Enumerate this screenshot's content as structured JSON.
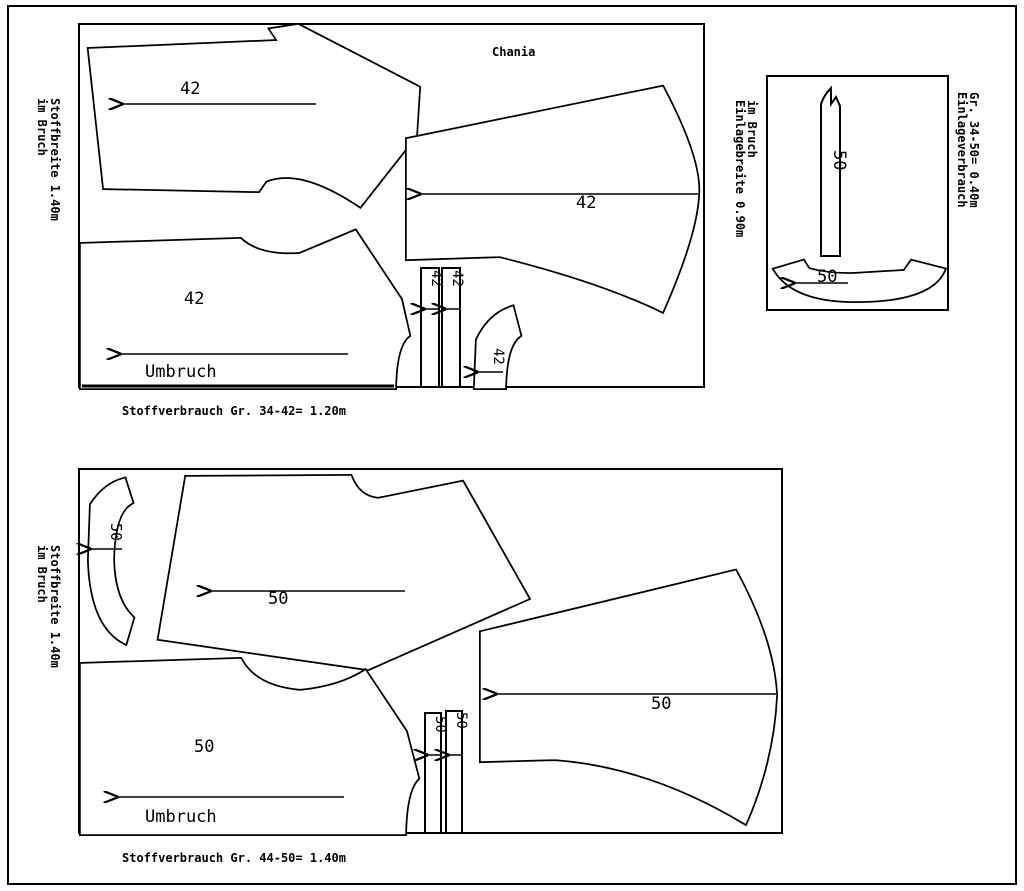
{
  "title": "Chania",
  "top_layout": {
    "fabric_width": "Stoffbreite 1.40m",
    "fold": "im Bruch",
    "size_labels": [
      "42",
      "42",
      "42",
      "42",
      "42",
      "42"
    ],
    "umbruch": "Umbruch",
    "consumption": "Stoffverbrauch Gr. 34-42= 1.20m"
  },
  "interfacing": {
    "width": "Einlagebreite 0.90m",
    "fold": "im Bruch",
    "consumption_title": "Einlageverbrauch",
    "consumption_value": "Gr. 34-50= 0.40m",
    "size_labels": [
      "50",
      "50"
    ]
  },
  "bottom_layout": {
    "fabric_width": "Stoffbreite 1.40m",
    "fold": "im Bruch",
    "size_labels": [
      "50",
      "50",
      "50",
      "50",
      "50",
      "50"
    ],
    "umbruch": "Umbruch",
    "consumption": "Stoffverbrauch Gr. 44-50= 1.40m"
  }
}
